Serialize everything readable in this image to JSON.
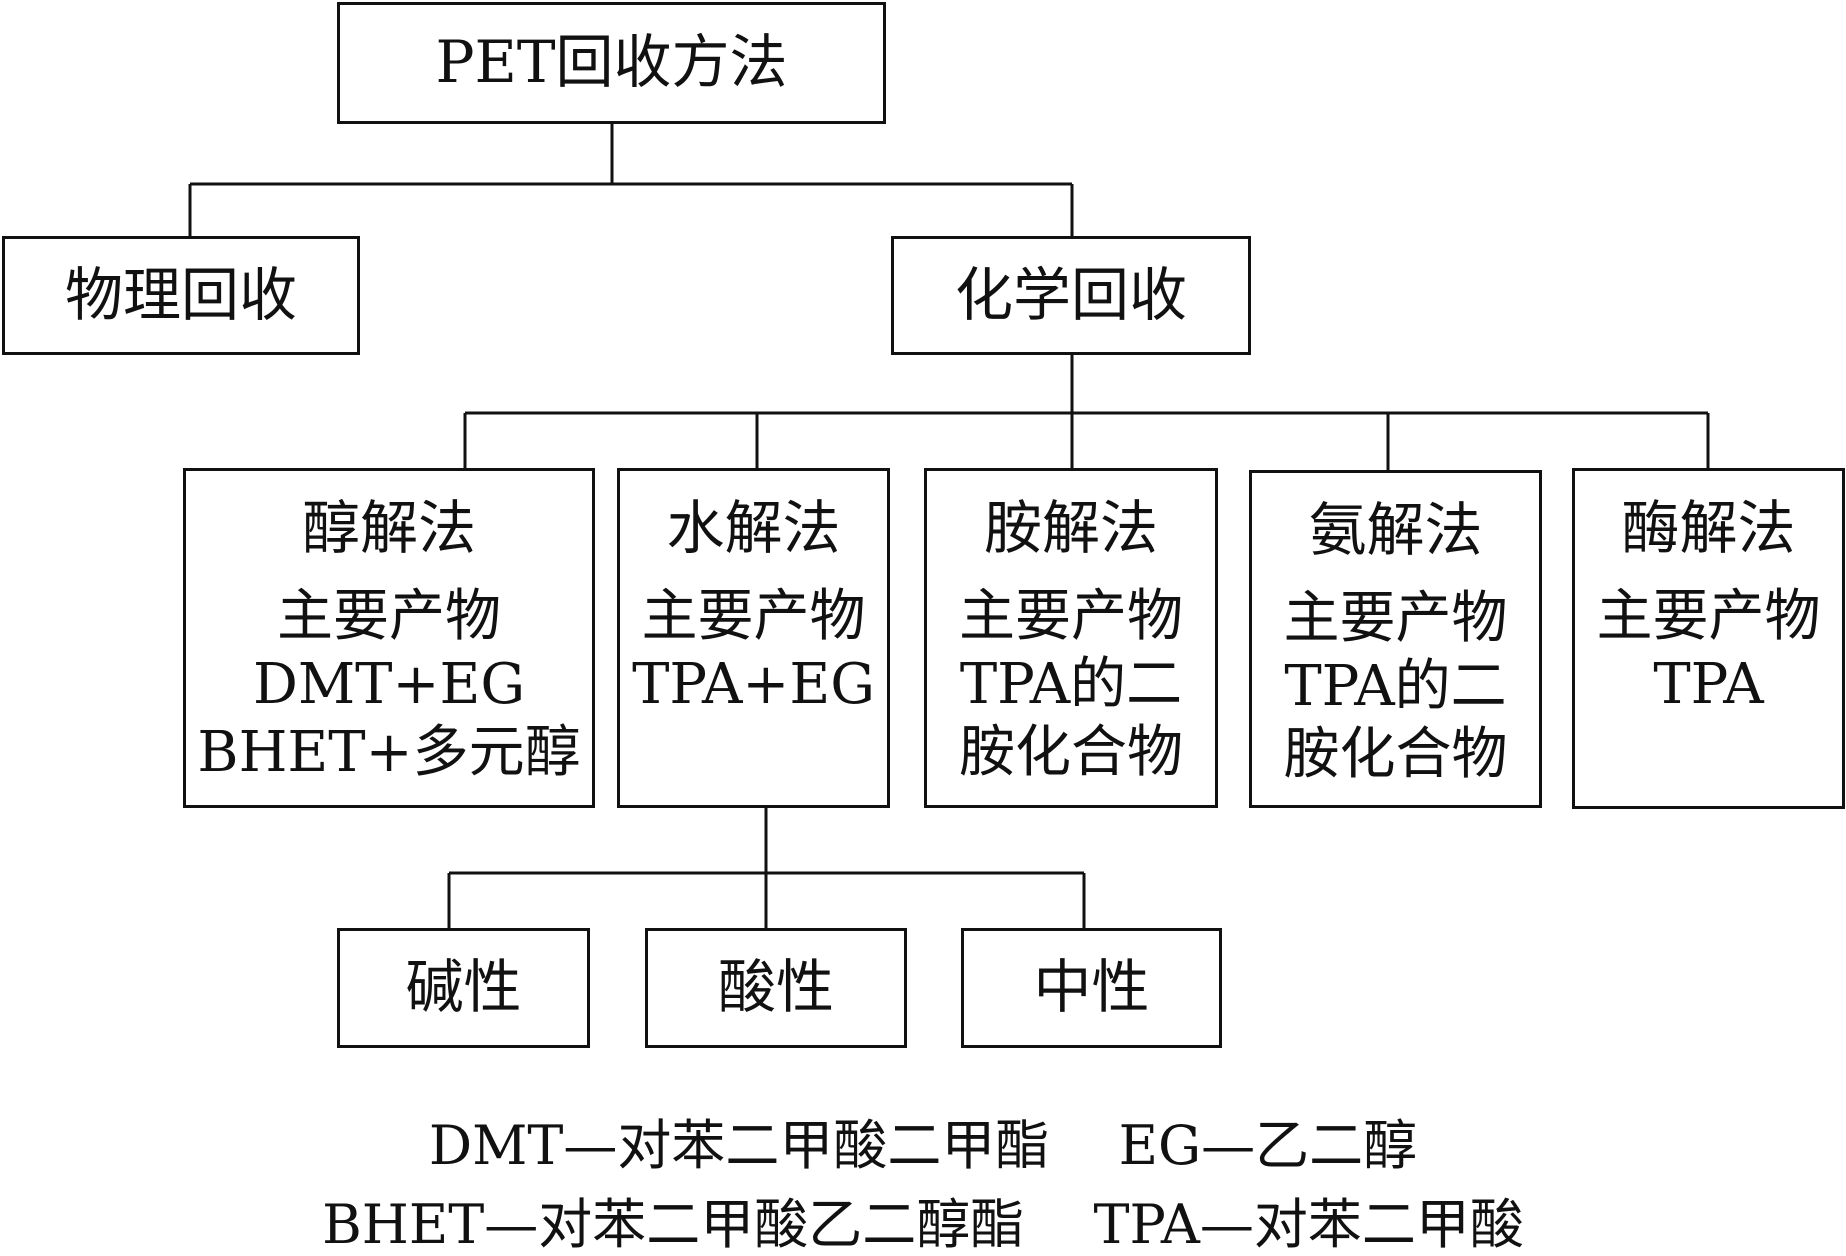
{
  "diagram": {
    "root": {
      "label": "PET回收方法"
    },
    "branches": {
      "physical": {
        "label": "物理回收"
      },
      "chemical": {
        "label": "化学回收"
      }
    },
    "methods": [
      {
        "title": "醇解法",
        "lines": [
          "主要产物",
          "DMT+EG",
          "BHET+多元醇"
        ]
      },
      {
        "title": "水解法",
        "lines": [
          "主要产物",
          "TPA+EG"
        ]
      },
      {
        "title": "胺解法",
        "lines": [
          "主要产物",
          "TPA的二",
          "胺化合物"
        ]
      },
      {
        "title": "氨解法",
        "lines": [
          "主要产物",
          "TPA的二",
          "胺化合物"
        ]
      },
      {
        "title": "酶解法",
        "lines": [
          "主要产物",
          "TPA"
        ]
      }
    ],
    "hydrolysis_types": [
      {
        "label": "碱性"
      },
      {
        "label": "酸性"
      },
      {
        "label": "中性"
      }
    ],
    "legend": {
      "line1": [
        {
          "text": "DMT—对苯二甲酸二甲酯"
        },
        {
          "text": "EG—乙二醇"
        }
      ],
      "line2": [
        {
          "text": "BHET—对苯二甲酸乙二醇酯"
        },
        {
          "text": "TPA—对苯二甲酸"
        }
      ]
    }
  }
}
